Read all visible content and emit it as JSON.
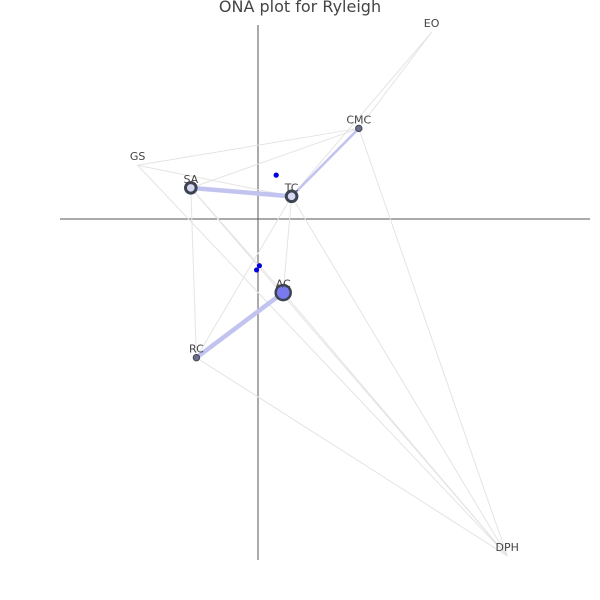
{
  "chart_data": {
    "type": "network",
    "title": "ONA plot for Ryleigh",
    "xlim": [
      -0.8,
      1.1
    ],
    "ylim": [
      -1.2,
      0.7
    ],
    "colors": {
      "axis": "#555555",
      "edge_gray": "#e4e4e4",
      "edge_strong": "#c3c3f0",
      "node_fill": "#6e6e8a",
      "node_ring": "#3c4452",
      "node_center_fill": "#7a7aef",
      "centroid": "#0000dd",
      "label": "#444444"
    },
    "nodes": [
      {
        "id": "EO",
        "label": "EO",
        "x": 0.62,
        "y": 0.66,
        "size": 0
      },
      {
        "id": "CMC",
        "label": "CMC",
        "x": 0.36,
        "y": 0.32,
        "size": 1
      },
      {
        "id": "GS",
        "label": "GS",
        "x": -0.43,
        "y": 0.19,
        "size": 0
      },
      {
        "id": "SA",
        "label": "SA",
        "x": -0.24,
        "y": 0.11,
        "size": 2
      },
      {
        "id": "TC",
        "label": "TC",
        "x": 0.12,
        "y": 0.08,
        "size": 2
      },
      {
        "id": "AC",
        "label": "AC",
        "x": 0.09,
        "y": -0.26,
        "size": 3
      },
      {
        "id": "RC",
        "label": "RC",
        "x": -0.22,
        "y": -0.49,
        "size": 1
      },
      {
        "id": "DPH",
        "label": "DPH",
        "x": 0.89,
        "y": -1.19,
        "size": 0
      }
    ],
    "edges": [
      {
        "from": "SA",
        "to": "TC",
        "weight": 3
      },
      {
        "from": "AC",
        "to": "RC",
        "weight": 3
      },
      {
        "from": "TC",
        "to": "CMC",
        "weight": 2
      },
      {
        "from": "SA",
        "to": "CMC",
        "weight": 1
      },
      {
        "from": "GS",
        "to": "CMC",
        "weight": 1
      },
      {
        "from": "CMC",
        "to": "EO",
        "weight": 1
      },
      {
        "from": "TC",
        "to": "EO",
        "weight": 1
      },
      {
        "from": "CMC",
        "to": "DPH",
        "weight": 1
      },
      {
        "from": "GS",
        "to": "DPH",
        "weight": 1
      },
      {
        "from": "GS",
        "to": "TC",
        "weight": 1
      },
      {
        "from": "SA",
        "to": "RC",
        "weight": 1
      },
      {
        "from": "SA",
        "to": "AC",
        "weight": 1
      },
      {
        "from": "SA",
        "to": "DPH",
        "weight": 1
      },
      {
        "from": "TC",
        "to": "AC",
        "weight": 1
      },
      {
        "from": "TC",
        "to": "RC",
        "weight": 1
      },
      {
        "from": "TC",
        "to": "DPH",
        "weight": 1
      },
      {
        "from": "AC",
        "to": "DPH",
        "weight": 1
      },
      {
        "from": "RC",
        "to": "DPH",
        "weight": 1
      }
    ],
    "centroids": [
      {
        "x": 0.065,
        "y": 0.155
      },
      {
        "x": 0.005,
        "y": -0.165
      },
      {
        "x": -0.005,
        "y": -0.18
      }
    ]
  }
}
